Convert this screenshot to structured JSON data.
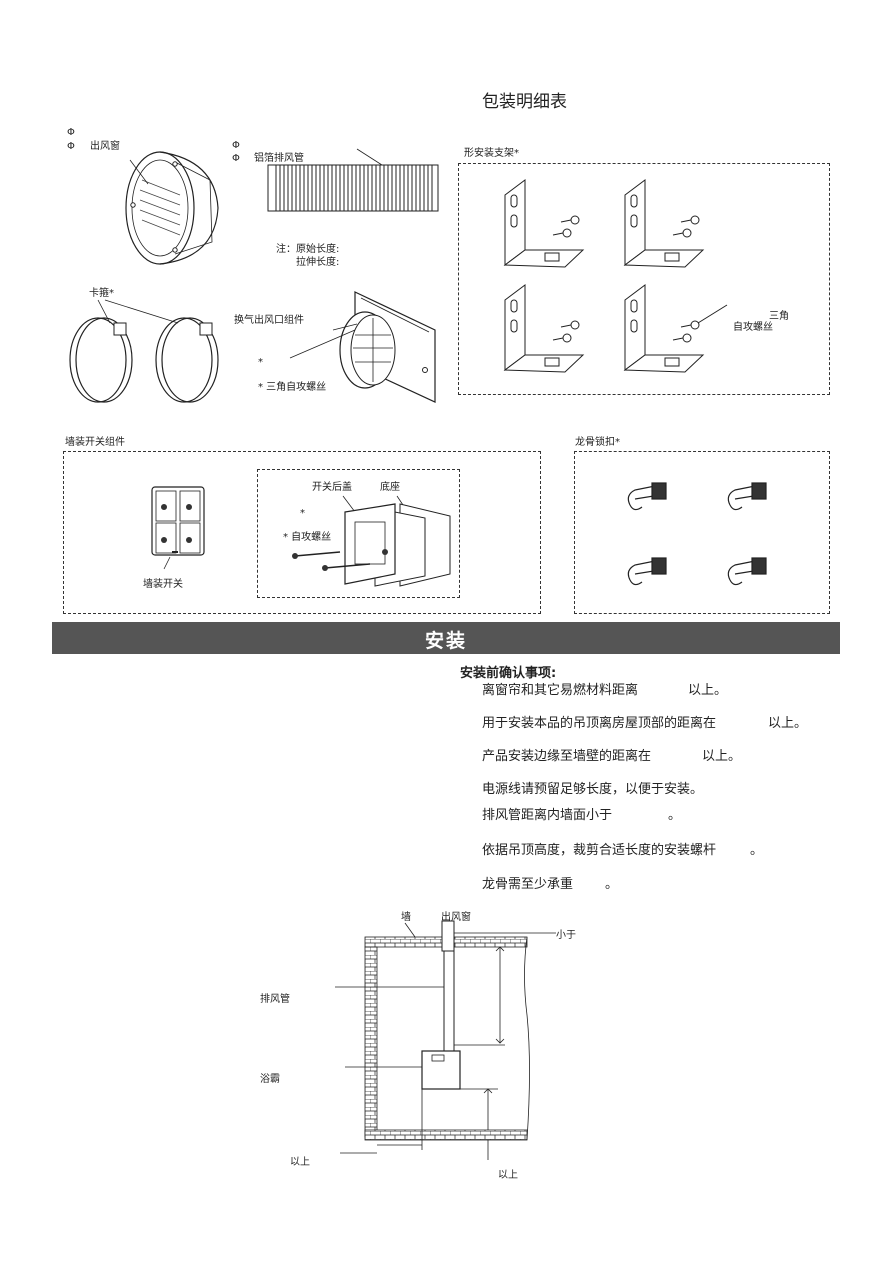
{
  "header": {
    "title": "包装明细表"
  },
  "items": {
    "phi1": "Φ",
    "phi2": "Φ",
    "vent_window": "出风窗",
    "phi3": "Φ",
    "phi4": "Φ",
    "foil_duct": "铝箔排风管",
    "note_original": "注：原始长度:",
    "note_stretched": "拉伸长度:",
    "clamp": "卡箍*",
    "outlet_kit": "换气出风口组件",
    "star1": "*",
    "star_screw": "*  三角自攻螺丝",
    "bracket_title": "形安装支架*",
    "bracket_screw_1": "三角",
    "bracket_screw_2": "自攻螺丝",
    "switch_kit": "墙装开关组件",
    "switch_back_cover": "开关后盖",
    "base": "底座",
    "star2": "*",
    "star_screw2": "*  自攻螺丝",
    "wall_switch": "墙装开关",
    "keel_clip": "龙骨锁扣*"
  },
  "install": {
    "banner": "安装",
    "confirm_title": "安装前确认事项:",
    "lines": [
      "离窗帘和其它易燃材料距离",
      "以上。",
      "用于安装本品的吊顶离房屋顶部的距离在",
      "以上。",
      "产品安装边缘至墙壁的距离在",
      "以上。",
      "电源线请预留足够长度，以便于安装。",
      "排风管距离内墙面小于",
      "。",
      "依据吊顶高度，裁剪合适长度的安装螺杆",
      "。",
      "龙骨需至少承重",
      "。"
    ]
  },
  "diagram": {
    "wall": "墙",
    "vent": "出风窗",
    "less_than": "小于",
    "duct": "排风管",
    "heater": "浴霸",
    "above_left": "以上",
    "above_bottom": "以上"
  },
  "colors": {
    "banner": "#555555",
    "line": "#333333"
  }
}
